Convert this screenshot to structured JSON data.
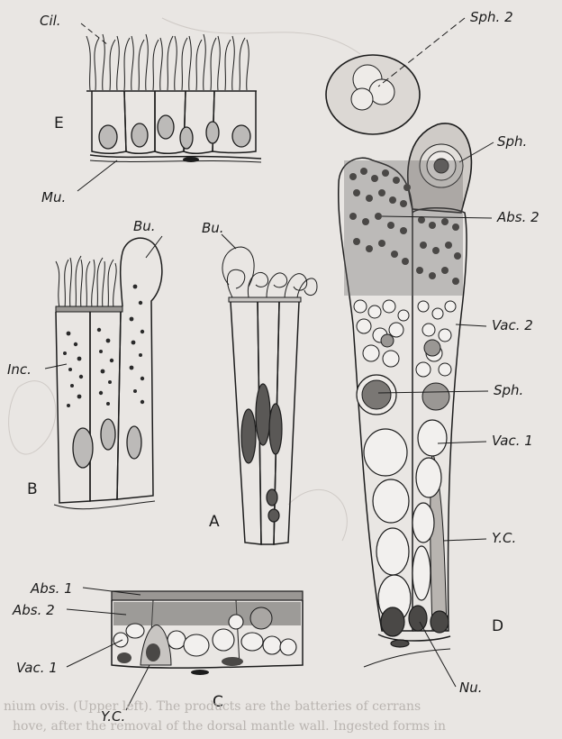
{
  "figures": {
    "A": "A",
    "B": "B",
    "C": "C",
    "D": "D",
    "E": "E"
  },
  "labels": {
    "cil": "Cil.",
    "mu": "Mu.",
    "bu": "Bu.",
    "inc": "Inc.",
    "abs1": "Abs. 1",
    "abs2_c": "Abs. 2",
    "vac1_c": "Vac. 1",
    "yc_c": "Y.C.",
    "sph2": "Sph. 2",
    "sph_top": "Sph.",
    "abs2_d": "Abs. 2",
    "vac2": "Vac. 2",
    "sph_mid": "Sph.",
    "vac1_d": "Vac. 1",
    "yc_d": "Y.C.",
    "nu": "Nu."
  },
  "caption": {
    "line1": "nium ovis.  (Upper left). The products are the batteries of cerrans",
    "line2": "hove, after the removal of the dorsal mantle wall. Ingested forms in"
  },
  "colors": {
    "paper": "#e9e6e3",
    "ink": "#1c1c1c",
    "bleed": "#b9b4b0"
  }
}
